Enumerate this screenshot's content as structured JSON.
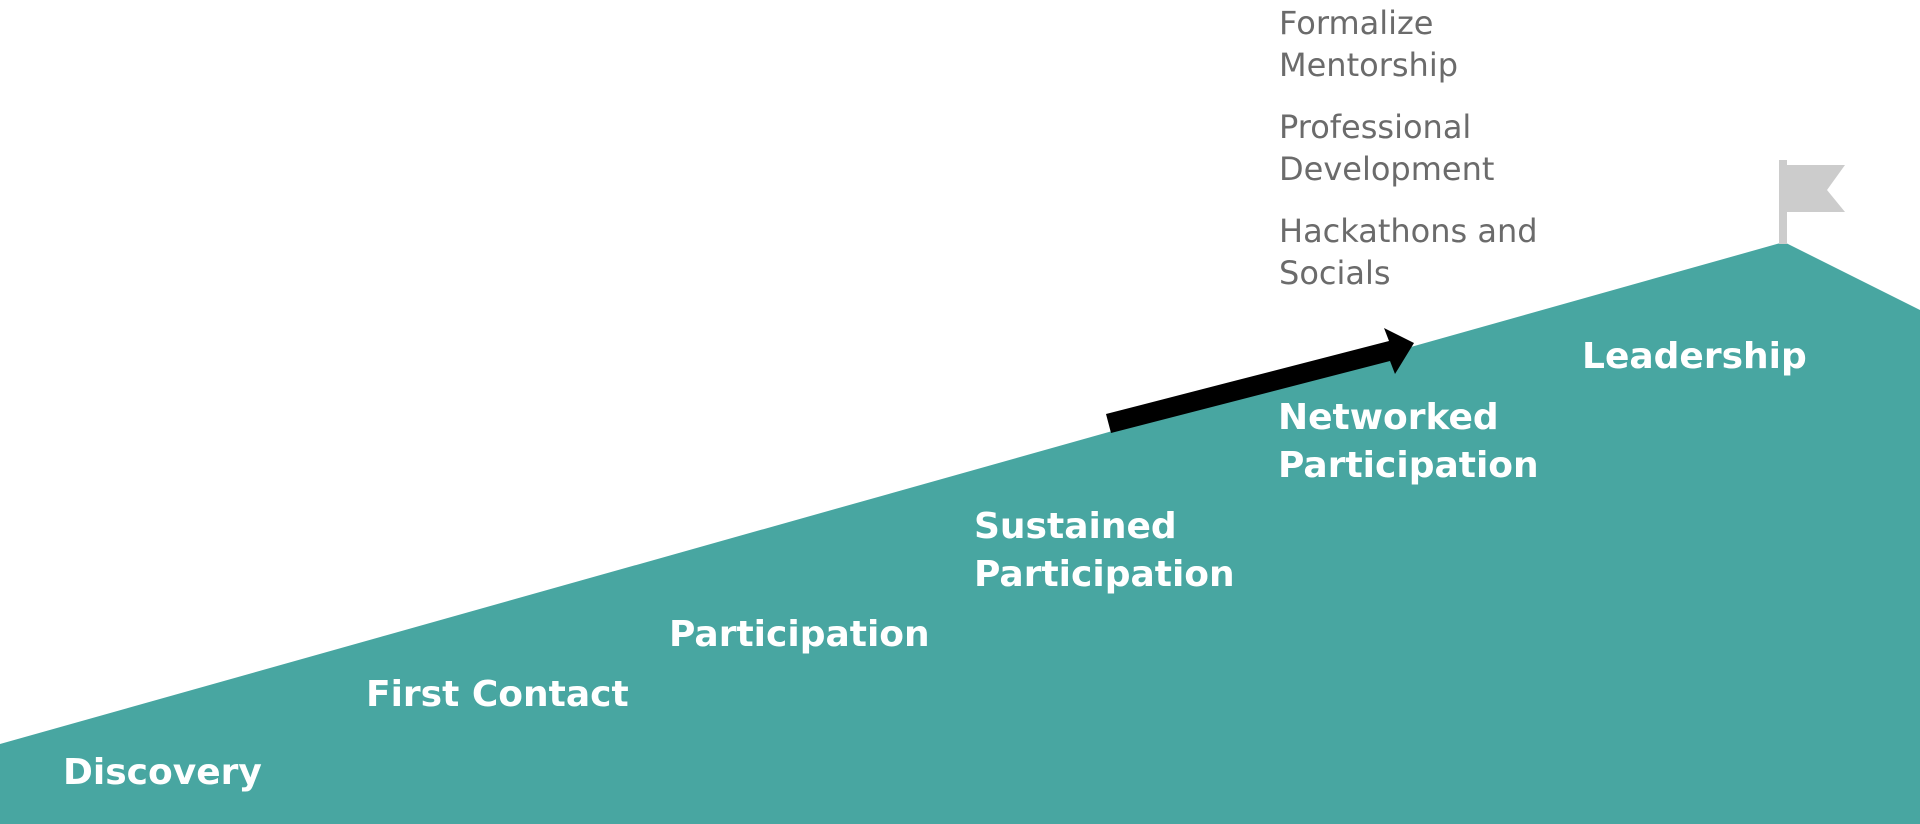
{
  "stages": [
    {
      "lines": [
        "Discovery"
      ]
    },
    {
      "lines": [
        "First Contact"
      ]
    },
    {
      "lines": [
        "Participation"
      ]
    },
    {
      "lines": [
        "Sustained",
        "Participation"
      ]
    },
    {
      "lines": [
        "Networked",
        "Participation"
      ]
    },
    {
      "lines": [
        "Leadership"
      ]
    }
  ],
  "notes": [
    {
      "lines": [
        "Formalize",
        "Mentorship"
      ]
    },
    {
      "lines": [
        "Professional",
        "Development"
      ]
    },
    {
      "lines": [
        "Hackathons and",
        "Socials"
      ]
    }
  ],
  "colors": {
    "mountain": "#48a6a1",
    "flag": "#cccccc",
    "arrow": "#000000",
    "note_text": "#6b6b6b",
    "stage_text": "#ffffff"
  },
  "icons": {
    "flag": "flag-icon",
    "arrow": "arrow-icon"
  }
}
